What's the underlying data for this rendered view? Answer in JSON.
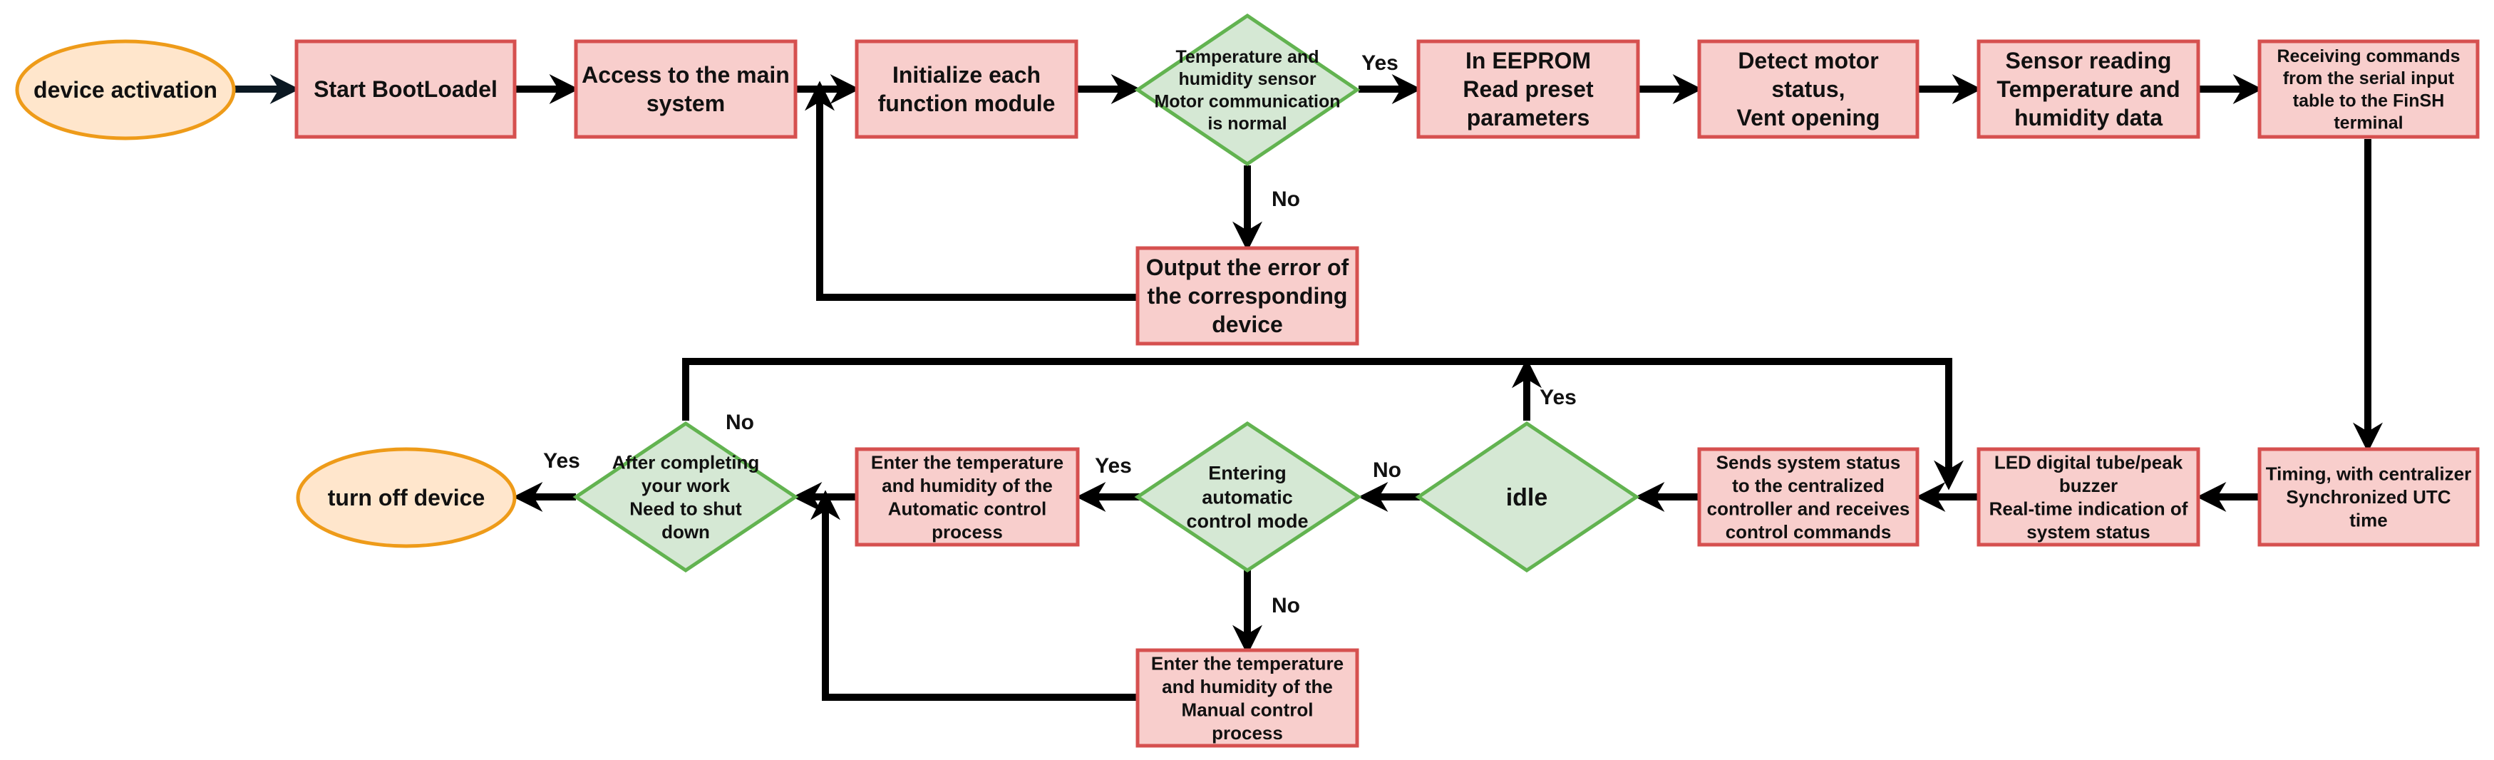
{
  "colors": {
    "process_fill": "#f8cecc",
    "process_stroke": "#d6504f",
    "decision_fill": "#d5e8d4",
    "decision_stroke": "#62b350",
    "terminal_fill": "#ffe6cc",
    "terminal_stroke": "#ee9b19",
    "arrow": "#000000"
  },
  "nodes": {
    "device_activation": [
      "device activation"
    ],
    "start_bootloader": [
      "Start BootLoadel"
    ],
    "access_main": [
      "Access to the main",
      "system"
    ],
    "init_modules": [
      "Initialize each",
      "function module"
    ],
    "check_normal": [
      "Temperature and",
      "humidity sensor",
      "Motor communication",
      "is normal"
    ],
    "read_eeprom": [
      "In EEPROM",
      "Read preset",
      "parameters"
    ],
    "detect_motor": [
      "Detect motor",
      "status,",
      "Vent opening"
    ],
    "sensor_reading": [
      "Sensor reading",
      "Temperature and",
      "humidity data"
    ],
    "receive_commands": [
      "Receiving commands",
      "from the serial input",
      "table to the FinSH",
      "terminal"
    ],
    "output_error": [
      "Output the error of",
      "the corresponding",
      "device"
    ],
    "timing_utc": [
      "Timing, with centralizer",
      "Synchronized UTC",
      "time"
    ],
    "led_buzzer": [
      "LED digital tube/peak",
      "buzzer",
      "Real-time indication of",
      "system status"
    ],
    "send_status": [
      "Sends system status",
      "to the centralized",
      "controller and receives",
      "control commands"
    ],
    "idle": [
      "idle"
    ],
    "auto_mode_check": [
      "Entering",
      "automatic",
      "control mode"
    ],
    "auto_process": [
      "Enter the temperature",
      "and humidity of the",
      "Automatic control",
      "process"
    ],
    "manual_process": [
      "Enter the temperature",
      "and humidity of the",
      "Manual control",
      "process"
    ],
    "shutdown_check": [
      "After completing",
      "your work",
      "Need to shut",
      "down"
    ],
    "turn_off": [
      "turn off device"
    ]
  },
  "edge_labels": {
    "check_yes": "Yes",
    "check_no": "No",
    "idle_yes": "Yes",
    "idle_no": "No",
    "auto_yes": "Yes",
    "auto_no": "No",
    "shutdown_yes": "Yes",
    "shutdown_no": "No"
  }
}
